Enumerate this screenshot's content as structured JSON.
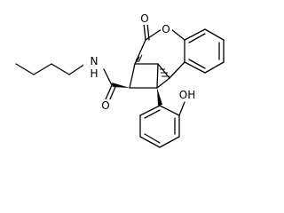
{
  "molecule": {
    "atoms": [
      {
        "id": "ring-oxygen",
        "label": "O"
      },
      {
        "id": "carbonyl-oxygen-lactone",
        "label": "O"
      },
      {
        "id": "amide-nitrogen",
        "label": "N",
        "suffix": "H"
      },
      {
        "id": "amide-oxygen",
        "label": "O"
      },
      {
        "id": "phenol-oxygen",
        "label": "OH"
      }
    ]
  }
}
